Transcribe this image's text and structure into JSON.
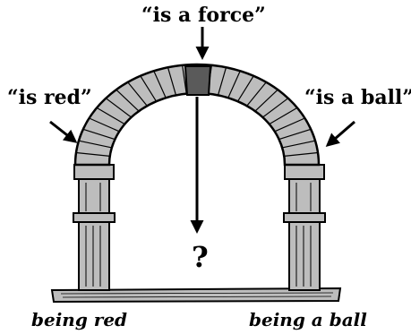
{
  "labels": {
    "top": "“is a force”",
    "left": "“is red”",
    "right": "“is a ball”",
    "center": "?",
    "bottom_left": "being red",
    "bottom_right": "being a ball"
  },
  "colors": {
    "ink": "#000000",
    "stone": "#bdbdbd",
    "keystone": "#5a5a5a",
    "background": "#ffffff"
  }
}
